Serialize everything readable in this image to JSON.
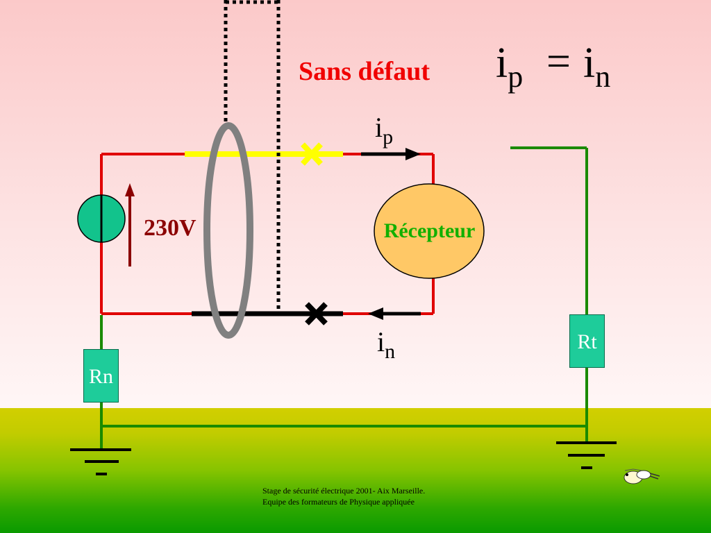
{
  "title": "Sans défaut",
  "equation": {
    "lhs": {
      "base": "i",
      "sub": "p"
    },
    "operator": "=",
    "rhs": {
      "base": "i",
      "sub": "n"
    }
  },
  "currents": {
    "phase": {
      "base": "i",
      "sub": "p"
    },
    "neutral": {
      "base": "i",
      "sub": "n"
    }
  },
  "source_voltage": "230V",
  "receiver_label": "Récepteur",
  "resistors": {
    "neutral": "Rn",
    "earth": "Rt"
  },
  "footer": {
    "line1": "Stage de sécurité électrique 2001- Aix Marseille.",
    "line2": "Equipe des formateurs de Physique appliquée"
  },
  "colors": {
    "title": "#f00000",
    "phase_wire": "#e00000",
    "earth_wire": "#1a8a00",
    "toroid": "#808080",
    "receiver_fill": "#ffc866",
    "receiver_text": "#11b000",
    "source_fill": "#12c38c",
    "voltage": "#8b0000",
    "resistor_fill": "#1ecc9a",
    "ground_top": "#d2cf00",
    "ground_bottom": "#0a9a00"
  }
}
